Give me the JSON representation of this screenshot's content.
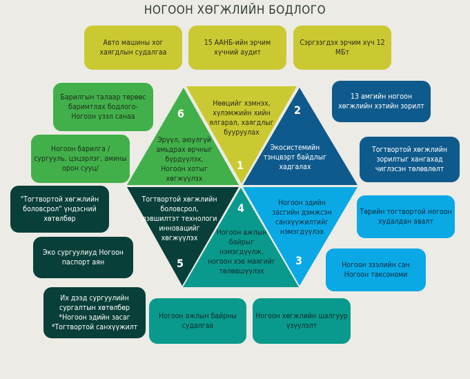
{
  "title": "НОГООН ХӨГЖЛИЙН БОДЛОГО",
  "colors": {
    "yellow": "#cbc932",
    "green": "#42b04a",
    "dark_teal": "#083f38",
    "dark_blue": "#0f5a8c",
    "light_blue": "#0aa9e6",
    "teal": "#0a9a8d"
  },
  "triangles": [
    {
      "num": "1",
      "text": "Нөөцийг хэмнэх, хүлэмжийн хийн ялгарал, хаягдлыг бууруулах"
    },
    {
      "num": "2",
      "text": "Экосистемийн тэнцвэрт байдлыг хадгалах"
    },
    {
      "num": "3",
      "text": "Ногоон эдийн засгийн дэмжсэн санхүүжилтийг нэмэгдүүлэх"
    },
    {
      "num": "4",
      "text": "Ногоон ажлын байрыг нэмэгдүүлж, ногоон хэв маягийг төлөвшүүлэх"
    },
    {
      "num": "5",
      "text": "Тогтвортой хөгжлийн боловсрол, дэвшилтэт технологи инновацийг хөгжүүлэх"
    },
    {
      "num": "6",
      "text": "Эрүүл, аюулгүй амьдрах өрчныг бүрдүүлэх, Ногоон хотыг хөгжүүлэх"
    }
  ],
  "boxes": {
    "y1": "Авто машины хог хаягдлын судалгаа",
    "y2": "15 ААНБ-ийн эрчим хүчний аудит",
    "y3": "Сэргээгдэх эрчим хүч 12 МБт",
    "g1": "Барилгын талаар төрөөс баримтлах бодлого- Ногоон үзэл санаа",
    "g2": "Ногоон барилга / сургууль, цэцэрлэг, амины орон сууц/",
    "d1": "\"Тогтвортой хөгжлийн боловсрол\" үндэсний хөтөлбөр",
    "d2": "Эко сургуулиуд Ногоон паспорт аян",
    "d3": "Их дээд сургуулийн сургалтын хөтөлбөр *Ногоон эдийн засаг *Тогтвортой санхүүжилт",
    "b1": "13 амгийн ногоон хөгжлийн хэтийн зорилт",
    "b2": "Тогтвортой хөгжлийн зорилтыг хангахад чиглэсэн төлөвлөлт",
    "l1": "Төрийн тогтвортой ногоон худалдан авалт",
    "l2": "Ногоон зээлийн сан Ногоон таксономи",
    "t1": "Ногоон ажлын байрны судалгаа",
    "t2": "Ногоон хөгжлийн шалгуур үзүүлэлт"
  }
}
